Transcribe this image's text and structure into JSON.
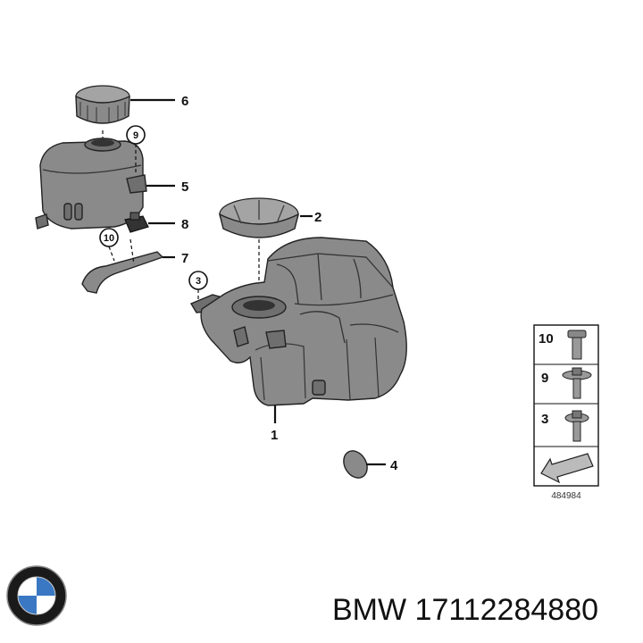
{
  "callouts": {
    "c1": "1",
    "c2": "2",
    "c3": "3",
    "c4": "4",
    "c5": "5",
    "c6": "6",
    "c7": "7",
    "c8": "8",
    "c9": "9",
    "c10": "10"
  },
  "legend": {
    "items": [
      "10",
      "9",
      "3"
    ],
    "ref_number": "484984"
  },
  "footer": {
    "brand": "BMW",
    "part_number": "17112284880",
    "text": "BMW 17112284880"
  },
  "colors": {
    "part_fill": "#8a8a8a",
    "outline": "#222222",
    "logo_blue": "#3a78c3"
  }
}
